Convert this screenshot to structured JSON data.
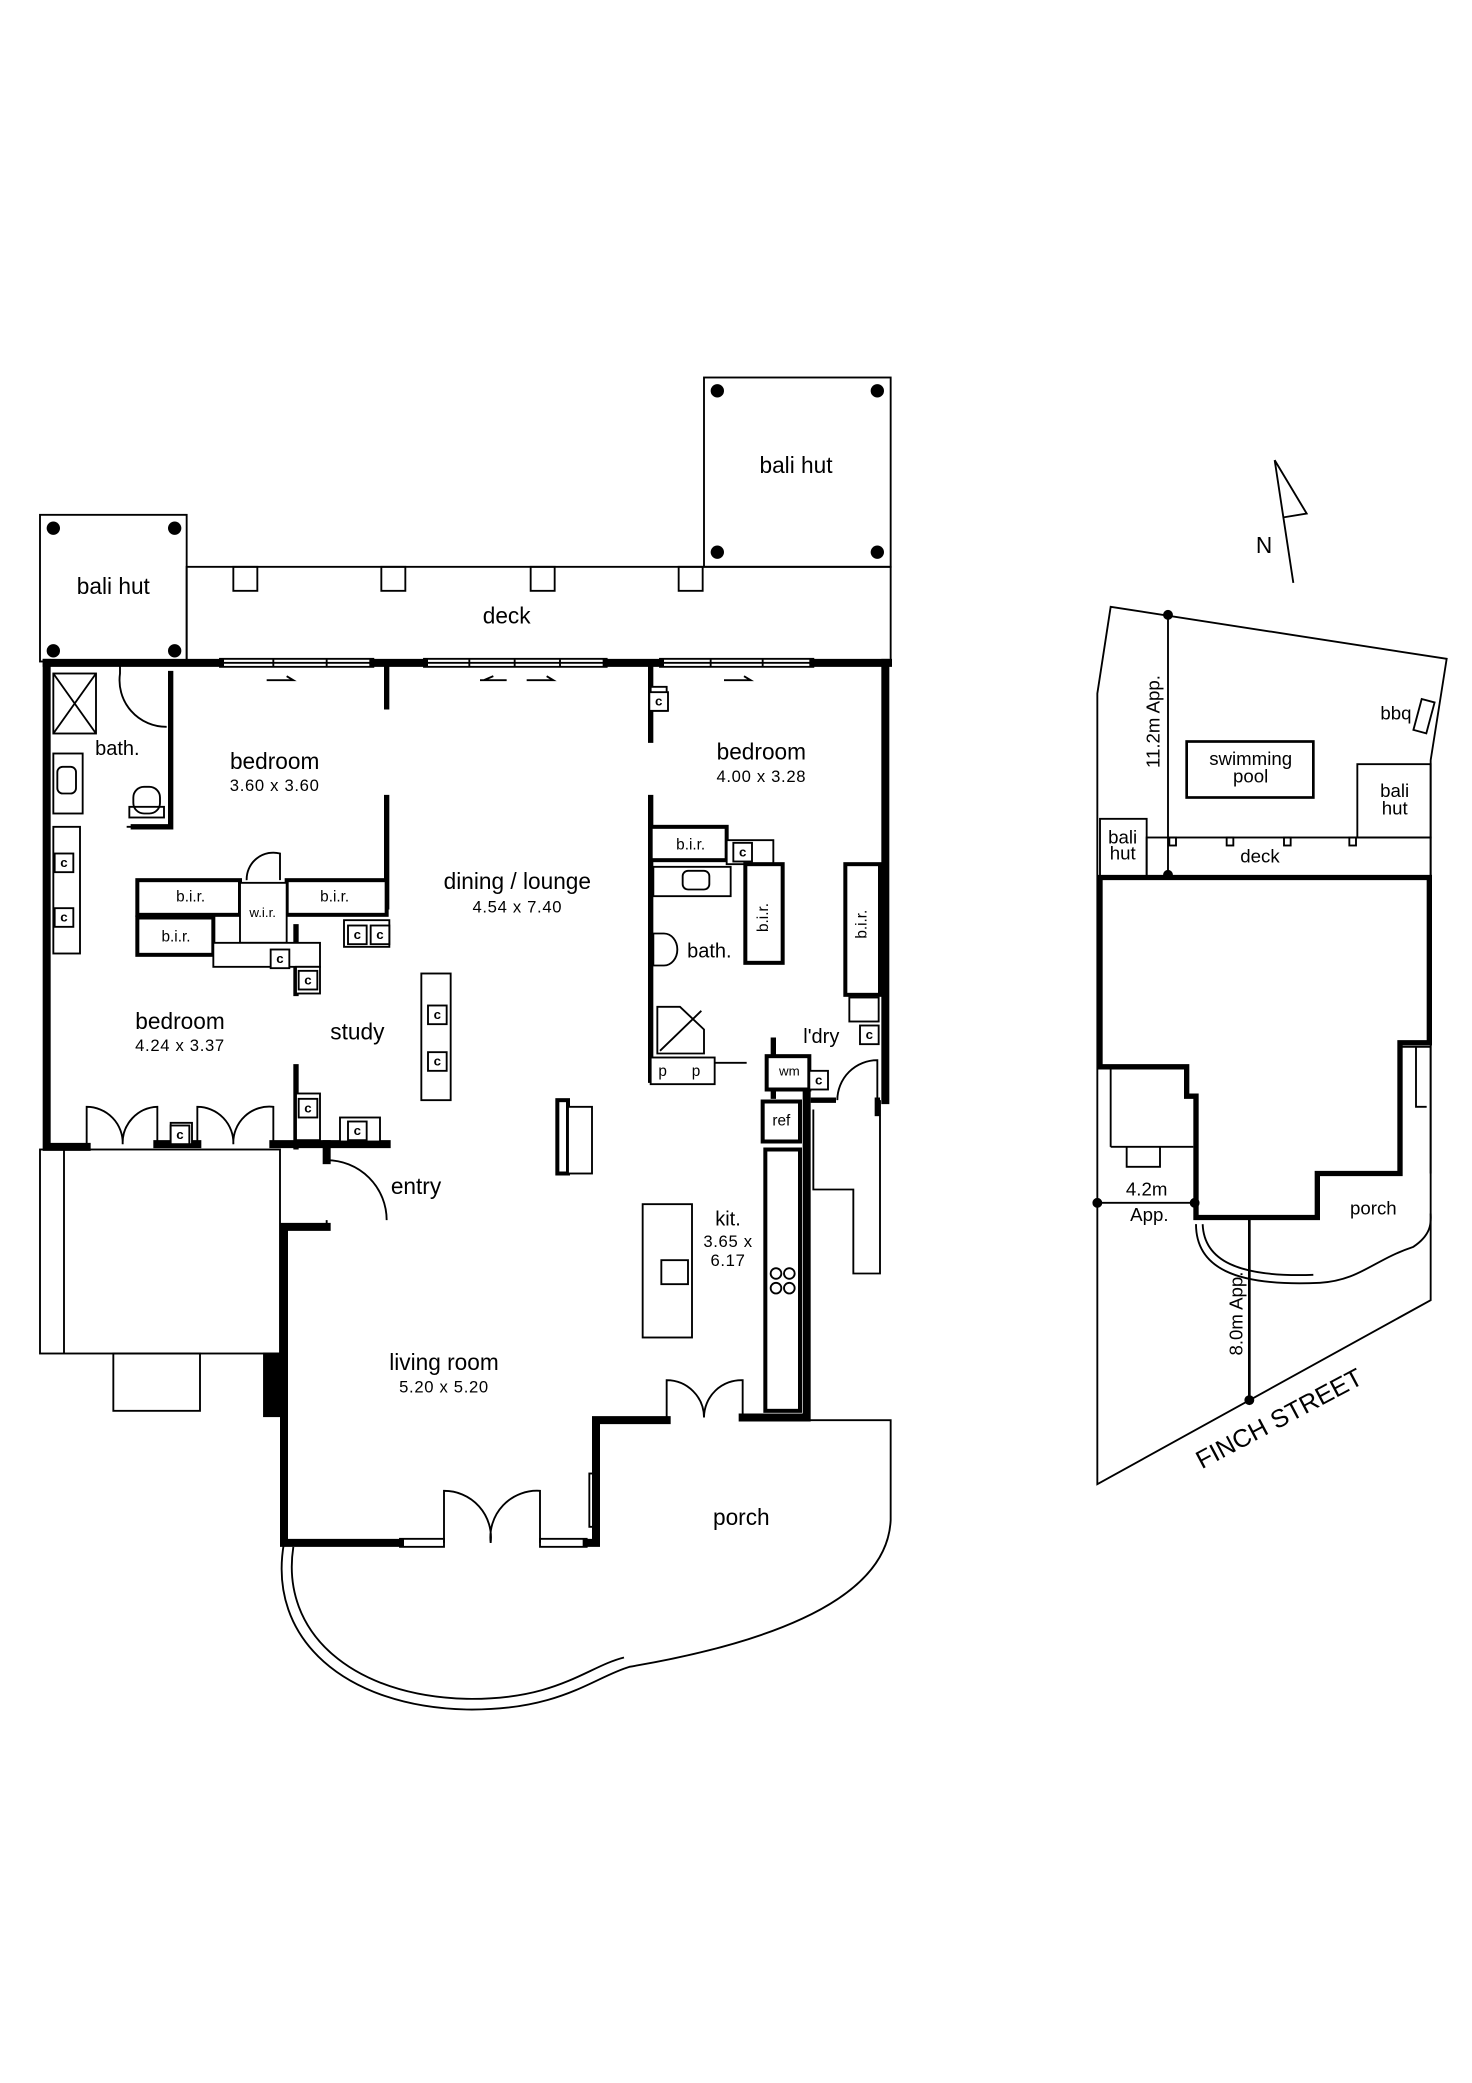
{
  "floor_plan": {
    "labels": {
      "bali_hut_left": "bali hut",
      "bali_hut_right": "bali hut",
      "deck": "deck",
      "bath_main": "bath.",
      "bedroom_1": "bedroom",
      "bedroom_1_dim": "3.60  x  3.60",
      "bedroom_2": "bedroom",
      "bedroom_2_dim": "4.00  x  3.28",
      "bedroom_3": "bedroom",
      "bedroom_3_dim": "4.24  x  3.37",
      "dining": "dining / lounge",
      "dining_dim": "4.54  x  7.40",
      "bir_1": "b.i.r.",
      "bir_2": "b.i.r.",
      "bir_3": "b.i.r.",
      "wir": "w.i.r.",
      "bir_4": "b.i.r.",
      "bir_5": "b.i.r.",
      "bir_6": "b.i.r.",
      "bath_ensuite": "bath.",
      "study": "study",
      "entry": "entry",
      "laundry": "l'dry",
      "wm": "wm",
      "ref": "ref",
      "pantry_1": "p",
      "pantry_2": "p",
      "kitchen": "kit.",
      "kitchen_dim_1": "3.65  x",
      "kitchen_dim_2": "6.17",
      "living": "living room",
      "living_dim": "5.20  x  5.20",
      "porch": "porch"
    },
    "cupboard_label": "c"
  },
  "site_plan": {
    "north": "N",
    "bbq": "bbq",
    "pool_1": "swimming",
    "pool_2": "pool",
    "bali_hut_left_1": "bali",
    "bali_hut_left_2": "hut",
    "bali_hut_right_1": "bali",
    "bali_hut_right_2": "hut",
    "deck": "deck",
    "rear_setback": "11.2m  App.",
    "side_setback": "4.2m",
    "side_setback_app": "App.",
    "porch": "porch",
    "front_setback": "8.0m  App.",
    "street": "FINCH STREET"
  }
}
